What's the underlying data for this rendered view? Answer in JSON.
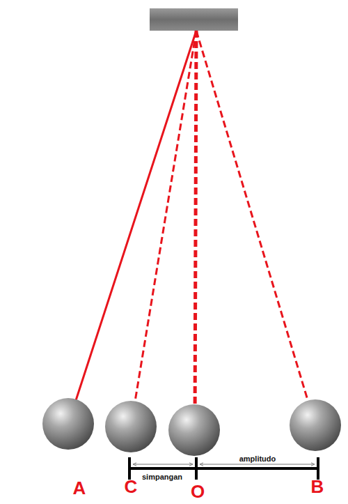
{
  "diagram": {
    "labels": [
      "A",
      "C",
      "simpangan",
      "O",
      "amplitudo",
      "B"
    ]
  }
}
